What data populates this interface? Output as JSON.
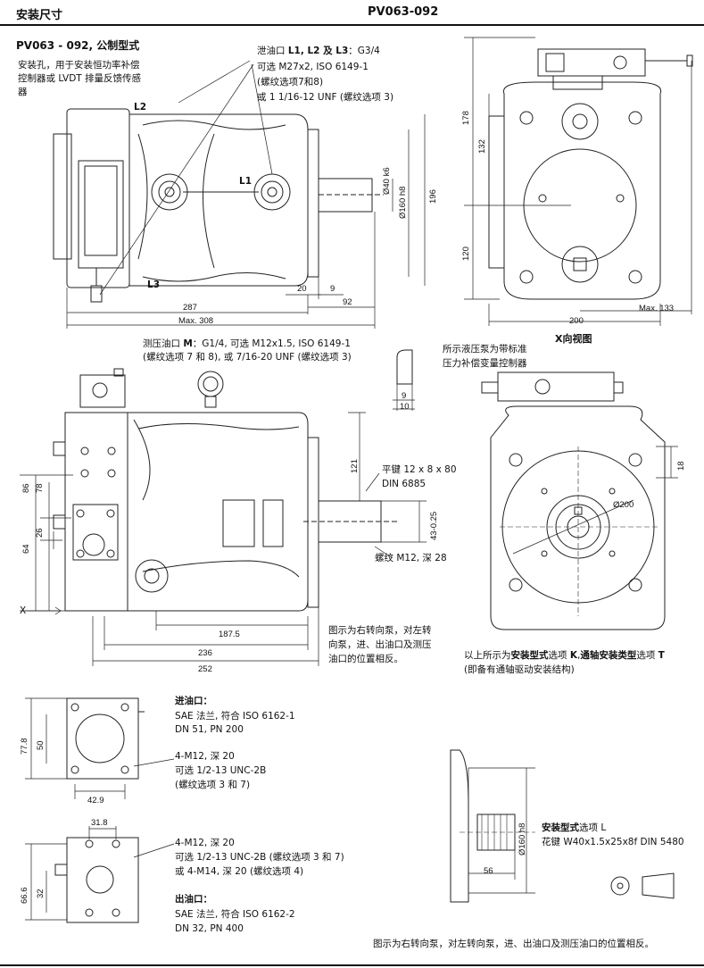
{
  "header": {
    "left_title": "安装尺寸",
    "right_title": "PV063-092"
  },
  "section_title": "PV063 - 092, 公制型式",
  "mount_note": [
    "安装孔，用于安装恒功率补偿",
    "控制器或 LVDT 排量反馈传感",
    "器"
  ],
  "drain": {
    "line1_prefix": "泄油口 ",
    "line1_ports": "L1, L2 及 L3",
    "line1_suffix": "：G3/4",
    "line2": "可选  M27x2, ISO 6149-1",
    "line3": "(螺纹选项7和8)",
    "line4": "或 1 1/16-12 UNF (螺纹选项 3)"
  },
  "port_labels": {
    "l1": "L1",
    "l2": "L2",
    "l3": "L3"
  },
  "top_view_dims": {
    "d40": "Ø40 k6",
    "d160": "Ø160 h8",
    "h196": "196",
    "w20": "20",
    "w9": "9",
    "w92": "92",
    "w287": "287",
    "w308": "Max. 308"
  },
  "x_view": {
    "title": "X向视图",
    "h178": "178",
    "h132": "132",
    "h120": "120",
    "w200": "200",
    "max133": "Max. 133"
  },
  "gauge": {
    "prefix": "测压油口 ",
    "port": "M",
    "suffix": "：G1/4, 可选 M12x1.5, ISO 6149-1",
    "line2": "(螺纹选项 7 和 8), 或 7/16-20 UNF (螺纹选项 3)"
  },
  "key_detail": {
    "d9": "9",
    "d10": "10"
  },
  "controller_note": [
    "所示液压泵为带标准",
    "压力补偿变量控制器"
  ],
  "side_view_dims": {
    "v121": "121",
    "key": "平键 12 x 8 x 80",
    "din": "DIN 6885",
    "v43": "43-0.25",
    "thread": "螺纹 M12, 深 28",
    "v86": "86",
    "v78": "78",
    "v26": "26",
    "v64": "64",
    "x": "X",
    "h187": "187.5",
    "h236": "236",
    "h252": "252"
  },
  "rotation_note": [
    "图示为右转向泵，对左转",
    "向泵，进、出油口及测压",
    "油口的位置相反。"
  ],
  "front_dims": {
    "v18": "18",
    "d200": "Ø200"
  },
  "option_note": {
    "l1a": "以上所示为",
    "l1b": "安装型式",
    "l1c": "选项 ",
    "l1d": "K",
    "l1e": ",",
    "l1f": "通轴安装类型",
    "l1g": "选项 ",
    "l1h": "T",
    "line2": "(即备有通轴驱动安装结构)"
  },
  "inlet": {
    "title": "进油口：",
    "line1": "SAE 法兰, 符合 ISO 6162-1",
    "line2": "DN 51, PN 200",
    "bolt1": "4-M12, 深 20",
    "bolt2": "可选 1/2-13 UNC-2B",
    "bolt3": "(螺纹选项 3 和 7)",
    "d77": "77.8",
    "d50": "50",
    "d42": "42.9"
  },
  "outlet": {
    "bolt1": "4-M12, 深 20",
    "bolt2": "可选 1/2-13 UNC-2B (螺纹选项 3 和 7)",
    "bolt3": "或 4-M14, 深 20 (螺纹选项 4)",
    "title": "出油口：",
    "line1": "SAE 法兰, 符合 ISO 6162-2",
    "line2": "DN 32, PN 400",
    "d31": "31.8",
    "d66": "66.6",
    "d32": "32"
  },
  "spline": {
    "title_a": "安装型式",
    "title_b": "选项 L",
    "line2": "花键 W40x1.5x25x8f DIN 5480",
    "d160": "Ø160 h8",
    "d56": "56"
  },
  "footer_note": "图示为右转向泵，对左转向泵，进、出油口及测压油口的位置相反。"
}
